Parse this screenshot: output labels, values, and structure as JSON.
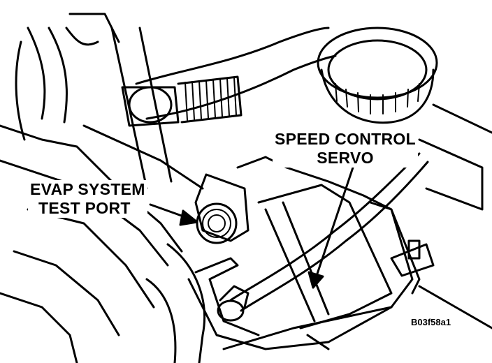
{
  "figure": {
    "callouts": {
      "speed_control_line1": "SPEED CONTROL",
      "speed_control_line2": "SERVO",
      "evap_line1": "EVAP SYSTEM",
      "evap_line2": "TEST PORT"
    },
    "figure_id": "B03f58a1"
  },
  "colors": {
    "line": "#000000",
    "background": "#ffffff"
  }
}
